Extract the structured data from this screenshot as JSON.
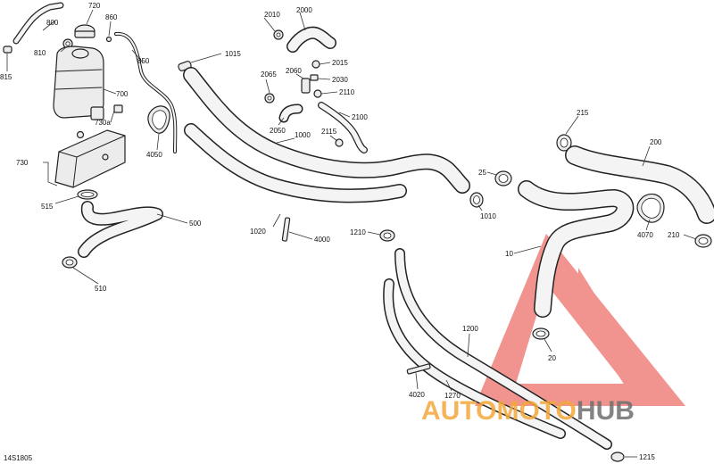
{
  "diagram_code": "14S1805",
  "watermark": {
    "text_part1": "AUTOMOTO",
    "text_part2": "HUB",
    "colors": {
      "accent": "#f4a83a",
      "dark": "#6f6f6f",
      "logo": "#e63b32"
    }
  },
  "callouts": {
    "c800": "800",
    "c720": "720",
    "c860": "860",
    "c810": "810",
    "c815": "815",
    "c850": "850",
    "c700": "700",
    "c730a": "730a",
    "c730": "730",
    "c515": "515",
    "c4050": "4050",
    "c500": "500",
    "c510": "510",
    "c2010": "2010",
    "c2000": "2000",
    "c1015": "1015",
    "c2015": "2015",
    "c2065": "2065",
    "c2060": "2060",
    "c2030": "2030",
    "c2110": "2110",
    "c2100": "2100",
    "c1000": "1000",
    "c2050": "2050",
    "c2115": "2115",
    "c215": "215",
    "c200": "200",
    "c25": "25",
    "c1010": "1010",
    "c1020": "1020",
    "c4000": "4000",
    "c1210": "1210",
    "c4070": "4070",
    "c210": "210",
    "c10": "10",
    "c1200": "1200",
    "c20": "20",
    "c4020": "4020",
    "c1270": "1270",
    "c1215": "1215"
  }
}
